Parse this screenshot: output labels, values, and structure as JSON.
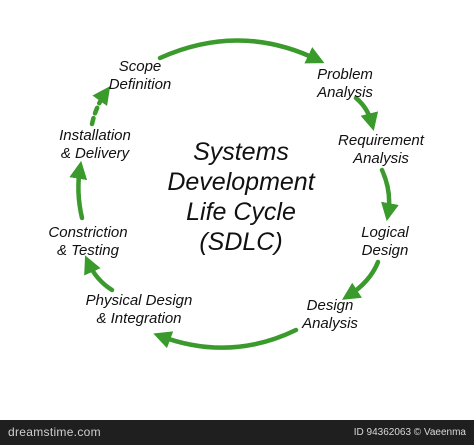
{
  "title": [
    "Systems",
    "Development",
    "Life Cycle",
    "(SDLC)"
  ],
  "stages": [
    {
      "id": "scope-definition",
      "lines": [
        "Scope",
        "Definition"
      ]
    },
    {
      "id": "problem-analysis",
      "lines": [
        "Problem",
        "Analysis"
      ]
    },
    {
      "id": "requirement-analysis",
      "lines": [
        "Requirement",
        "Analysis"
      ]
    },
    {
      "id": "logical-design",
      "lines": [
        "Logical",
        "Design"
      ]
    },
    {
      "id": "design-analysis",
      "lines": [
        "Design",
        "Analysis"
      ]
    },
    {
      "id": "physical-design-integration",
      "lines": [
        "Physical Design",
        "& Integration"
      ]
    },
    {
      "id": "constriction-testing",
      "lines": [
        "Constriction",
        "& Testing"
      ]
    },
    {
      "id": "installation-delivery",
      "lines": [
        "Installation",
        "& Delivery"
      ]
    }
  ],
  "arrow_color": "#3a9a2c",
  "footer": {
    "logo": "dreamstime.com",
    "credit": "ID 94362063 © Vaeenma"
  }
}
